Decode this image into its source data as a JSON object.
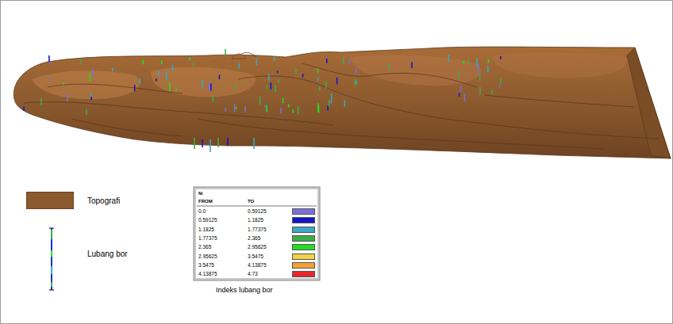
{
  "diagram": {
    "labels": [
      "Ni",
      "FROM",
      "TO",
      "0.59125",
      "1.1825",
      "1.77375",
      "2.365",
      "2.95625",
      "3.5475",
      "4.13875",
      "4.73",
      "Indeks lubang bor"
    ],
    "legend": [
      {
        "text": "Topografi",
        "color": "#8b5a2e"
      },
      {
        "text": "Lubang bor"
      },
      {
        "text": "0.0",
        "color": "#7b6fd6"
      },
      {
        "text": "0.59125",
        "color": "#1414c8"
      },
      {
        "text": "1.1825",
        "color": "#3aa6c8"
      },
      {
        "text": "1.77375",
        "color": "#3cae46"
      },
      {
        "text": "2.365",
        "color": "#22dd22"
      },
      {
        "text": "2.95625",
        "color": "#f0d246"
      },
      {
        "text": "3.5475",
        "color": "#f4a032"
      },
      {
        "text": "4.13875",
        "color": "#e82828"
      }
    ]
  }
}
